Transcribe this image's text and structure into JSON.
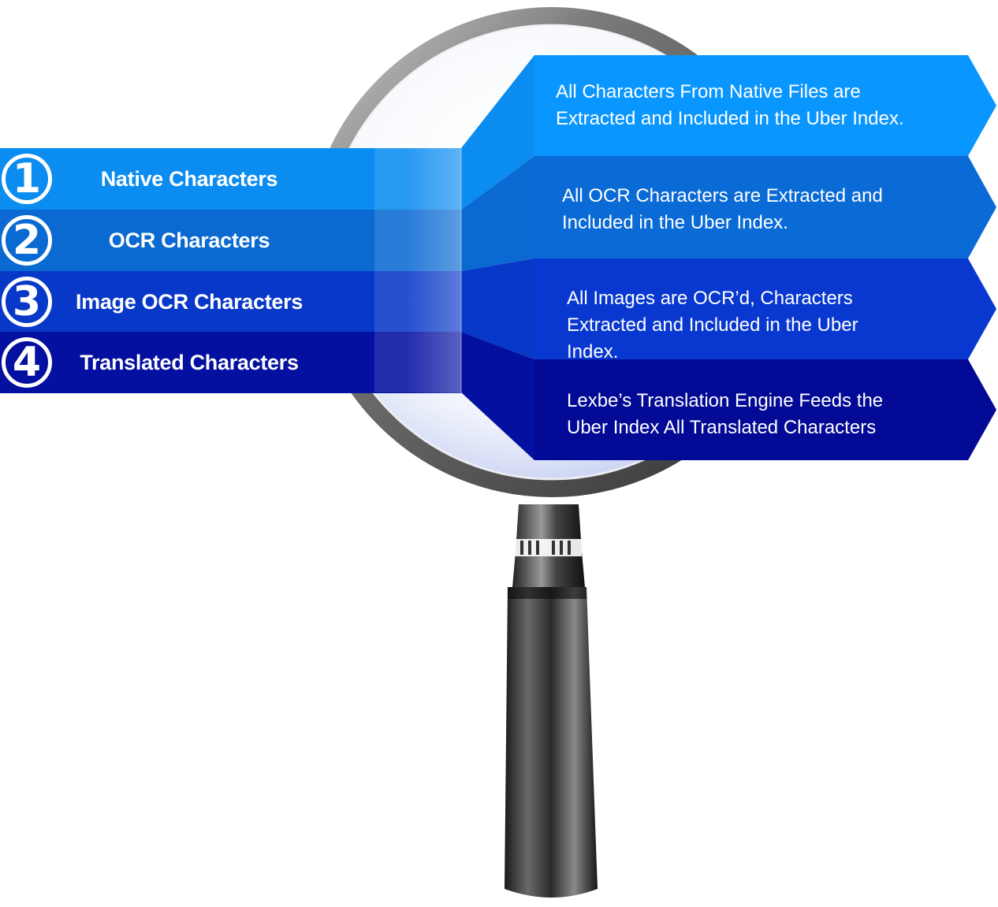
{
  "steps": [
    {
      "number": "1",
      "label": "Native Characters",
      "description_lines": [
        "All Characters From Native Files are",
        "Extracted and Included in the Uber Index."
      ],
      "color": "#0a8cf0",
      "arrow_color": "#0a96ff"
    },
    {
      "number": "2",
      "label": "OCR Characters",
      "description_lines": [
        "All OCR Characters are Extracted and",
        "Included in the Uber Index."
      ],
      "color": "#0a6ad2",
      "arrow_color": "#0a6ad6"
    },
    {
      "number": "3",
      "label": "Image OCR Characters",
      "description_lines": [
        "All Images are OCR’d, Characters",
        "Extracted and Included in the Uber",
        "Index."
      ],
      "color": "#0838c8",
      "arrow_color": "#0838d0"
    },
    {
      "number": "4",
      "label": "Translated Characters",
      "description_lines": [
        "Lexbe’s Translation Engine Feeds the",
        "Uber Index All Translated Characters"
      ],
      "color": "#0410a0",
      "arrow_color": "#030a96"
    }
  ],
  "icons": {
    "magnifier": "magnifying-glass-icon"
  }
}
